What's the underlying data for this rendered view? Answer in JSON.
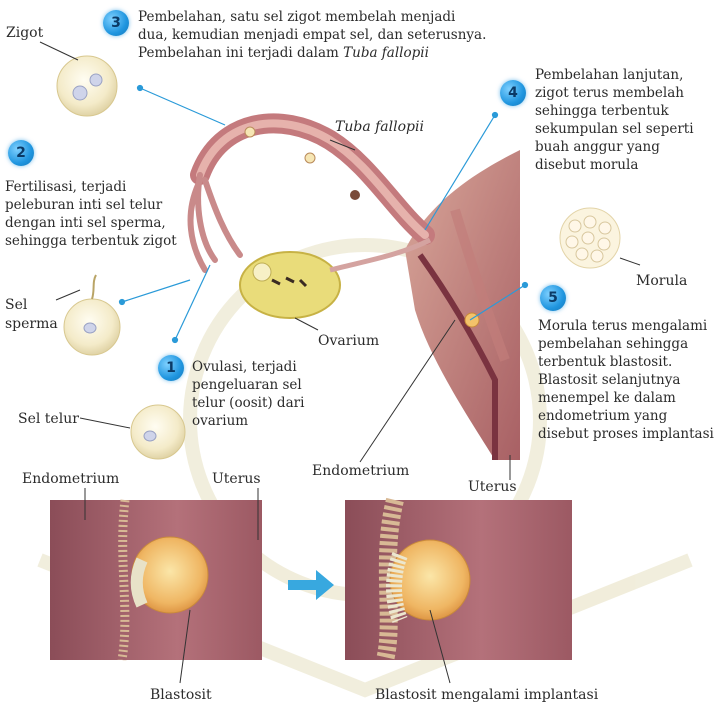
{
  "labels": {
    "zigot": "Zigot",
    "tuba_fallopii": "Tuba fallopii",
    "morula": "Morula",
    "sel_sperma_line1": "Sel",
    "sel_sperma_line2": "sperma",
    "sel_telur": "Sel telur",
    "ovarium": "Ovarium",
    "endometrium_left": "Endometrium",
    "uterus_left": "Uterus",
    "endometrium_right": "Endometrium",
    "uterus_right": "Uterus",
    "blastosit": "Blastosit",
    "blastosit_implantasi": "Blastosit mengalami implantasi"
  },
  "steps": [
    {
      "number": "1",
      "lines": [
        "Ovulasi, terjadi",
        "pengeluaran sel",
        "telur (oosit) dari",
        "ovarium"
      ]
    },
    {
      "number": "2",
      "lines": [
        "Fertilisasi, terjadi",
        "peleburan inti sel telur",
        "dengan inti sel sperma,",
        "sehingga terbentuk zigot"
      ]
    },
    {
      "number": "3",
      "lines": [
        "Pembelahan, satu sel zigot membelah menjadi",
        "dua, kemudian menjadi empat sel, dan seterusnya."
      ],
      "line3_prefix": "Pembelahan ini terjadi dalam ",
      "line3_italic": "Tuba fallopii"
    },
    {
      "number": "4",
      "lines": [
        "Pembelahan lanjutan,",
        "zigot terus membelah",
        "sehingga terbentuk",
        "sekumpulan sel seperti",
        "buah anggur yang",
        "disebut morula"
      ]
    },
    {
      "number": "5",
      "lines": [
        "Morula terus mengalami",
        "pembelahan sehingga",
        "terbentuk blastosit.",
        "Blastosit selanjutnya",
        "menempel ke dalam",
        "endometrium yang",
        "disebut proses implantasi"
      ]
    }
  ],
  "colors": {
    "badge": "#1f95df",
    "tissue": "#c98a8a",
    "uterus": "#8e4a55",
    "arrow": "#38a8df"
  }
}
